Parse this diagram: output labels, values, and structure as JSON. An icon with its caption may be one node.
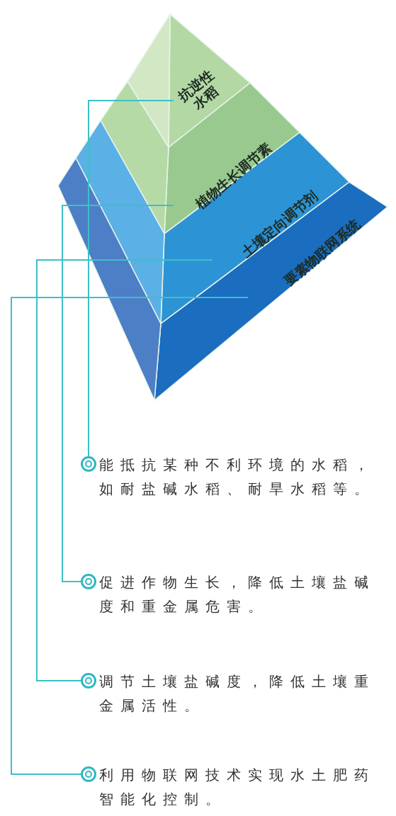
{
  "diagram": {
    "nodes": [
      {
        "text": [
          "抗逆性水稻"
        ]
      },
      {
        "text": [
          "植物生长调节素"
        ]
      },
      {
        "text": [
          "土壤定向调节剂"
        ]
      },
      {
        "text": [
          "要素物联网系统"
        ]
      },
      {
        "text": [
          "能抵抗某种不利环境的水稻，如耐盐碱水稻、耐旱水稻等。"
        ]
      },
      {
        "text": [
          "促进作物生长，降低土壤盐碱度和重金属危害。"
        ]
      },
      {
        "text": [
          "调节土壤盐碱度，降低土壤重金属活性。"
        ]
      },
      {
        "text": [
          "利用物联网技术实现水土肥药智能化控制。"
        ]
      }
    ],
    "edges": [
      {
        "from": 0,
        "to": 4,
        "arrow": "none"
      },
      {
        "from": 1,
        "to": 5,
        "arrow": "none"
      },
      {
        "from": 2,
        "to": 6,
        "arrow": "none"
      },
      {
        "from": 3,
        "to": 7,
        "arrow": "none"
      }
    ]
  }
}
